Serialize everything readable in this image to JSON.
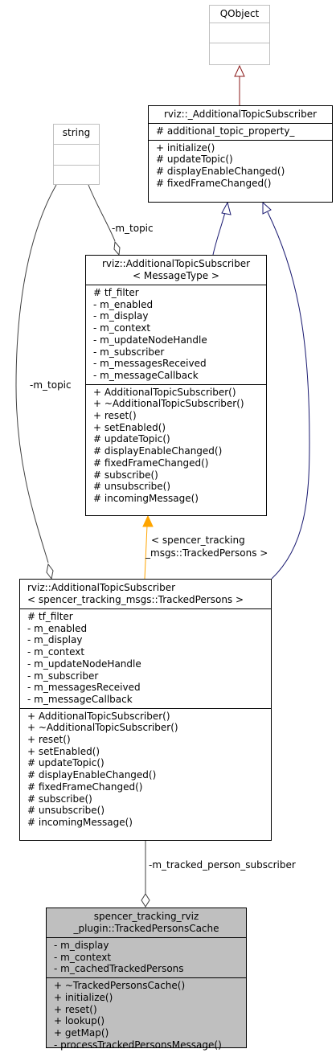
{
  "nodes": {
    "qobject": {
      "title": "QObject",
      "attributes": [],
      "methods": []
    },
    "string": {
      "title": "string",
      "attributes": [],
      "methods": []
    },
    "base": {
      "title": "rviz::_AdditionalTopicSubscriber",
      "attributes": [
        "# additional_topic_property_"
      ],
      "methods": [
        "+ initialize()",
        "# updateTopic()",
        "# displayEnableChanged()",
        "# fixedFrameChanged()"
      ]
    },
    "template": {
      "title_lines": [
        "rviz::AdditionalTopicSubscriber",
        "< MessageType >"
      ],
      "attributes": [
        "# tf_filter",
        "- m_enabled",
        "- m_display",
        "- m_context",
        "- m_updateNodeHandle",
        "- m_subscriber",
        "- m_messagesReceived",
        "- m_messageCallback"
      ],
      "methods": [
        "+ AdditionalTopicSubscriber()",
        "+ ~AdditionalTopicSubscriber()",
        "+ reset()",
        "+ setEnabled()",
        "# updateTopic()",
        "# displayEnableChanged()",
        "# fixedFrameChanged()",
        "# subscribe()",
        "# unsubscribe()",
        "# incomingMessage()"
      ]
    },
    "instance": {
      "title_lines": [
        "rviz::AdditionalTopicSubscriber",
        "< spencer_tracking_msgs::TrackedPersons >"
      ],
      "attributes": [
        "# tf_filter",
        "- m_enabled",
        "- m_display",
        "- m_context",
        "- m_updateNodeHandle",
        "- m_subscriber",
        "- m_messagesReceived",
        "- m_messageCallback"
      ],
      "methods": [
        "+ AdditionalTopicSubscriber()",
        "+ ~AdditionalTopicSubscriber()",
        "+ reset()",
        "+ setEnabled()",
        "# updateTopic()",
        "# displayEnableChanged()",
        "# fixedFrameChanged()",
        "# subscribe()",
        "# unsubscribe()",
        "# incomingMessage()"
      ]
    },
    "cache": {
      "title_lines": [
        "spencer_tracking_rviz",
        "_plugin::TrackedPersonsCache"
      ],
      "attributes": [
        "- m_display",
        "- m_context",
        "- m_cachedTrackedPersons"
      ],
      "methods": [
        "+ ~TrackedPersonsCache()",
        "+ initialize()",
        "+ reset()",
        "+ lookup()",
        "+ getMap()",
        "- processTrackedPersonsMessage()"
      ]
    }
  },
  "edge_labels": {
    "m_topic_right": "-m_topic",
    "m_topic_left": "-m_topic",
    "template_arg_1": "< spencer_tracking",
    "template_arg_2": "_msgs::TrackedPersons >",
    "tracked_person_subscriber": "-m_tracked_person_subscriber"
  },
  "colors": {
    "inheritance_qt": "#8b1a1a",
    "inheritance": "#191970",
    "template_instance": "#ffa500",
    "usage": "#404040",
    "highlight_fill": "#bfbfbf"
  }
}
